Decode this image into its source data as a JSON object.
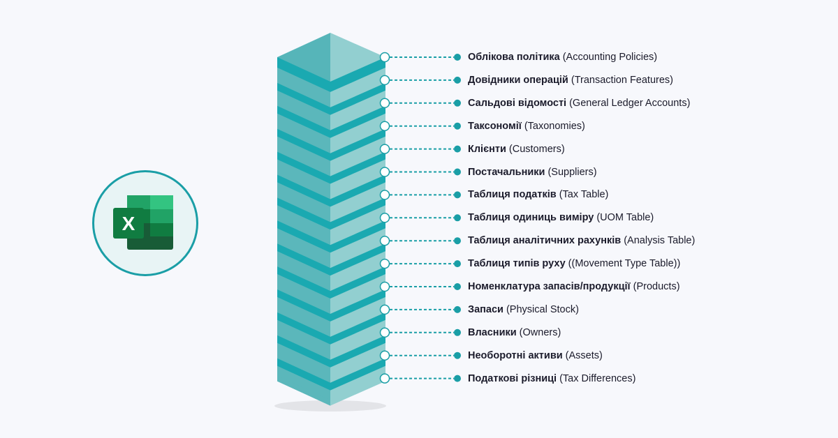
{
  "colors": {
    "accent": "#1a9ea6",
    "left_face": "#5bb7bb",
    "right_face": "#92cfd0",
    "side": "#1aa9b1"
  },
  "icon": {
    "name": "excel-icon",
    "letter": "X"
  },
  "items": [
    {
      "ua": "Облікова політика",
      "en": "(Accounting Policies)"
    },
    {
      "ua": "Довідники операцій",
      "en": "(Transaction Features)"
    },
    {
      "ua": "Сальдові відомості",
      "en": "(General Ledger Accounts)"
    },
    {
      "ua": "Таксономії",
      "en": "(Taxonomies)"
    },
    {
      "ua": "Клієнти",
      "en": "(Customers)"
    },
    {
      "ua": "Постачальники",
      "en": "(Suppliers)"
    },
    {
      "ua": "Таблиця податків",
      "en": "(Tax Table)"
    },
    {
      "ua": "Таблиця одиниць виміру",
      "en": "(UOM Table)"
    },
    {
      "ua": "Таблиця аналітичних рахунків",
      "en": "(Analysis Table)"
    },
    {
      "ua": "Таблиця типів руху",
      "en": "((Movement Type Table))"
    },
    {
      "ua": "Номенклатура запасів/продукції",
      "en": "(Products)"
    },
    {
      "ua": "Запаси",
      "en": "(Physical Stock)"
    },
    {
      "ua": "Власники",
      "en": "(Owners)"
    },
    {
      "ua": "Необоротні активи",
      "en": "(Assets)"
    },
    {
      "ua": "Податкові різниці",
      "en": "(Tax Differences)"
    }
  ]
}
